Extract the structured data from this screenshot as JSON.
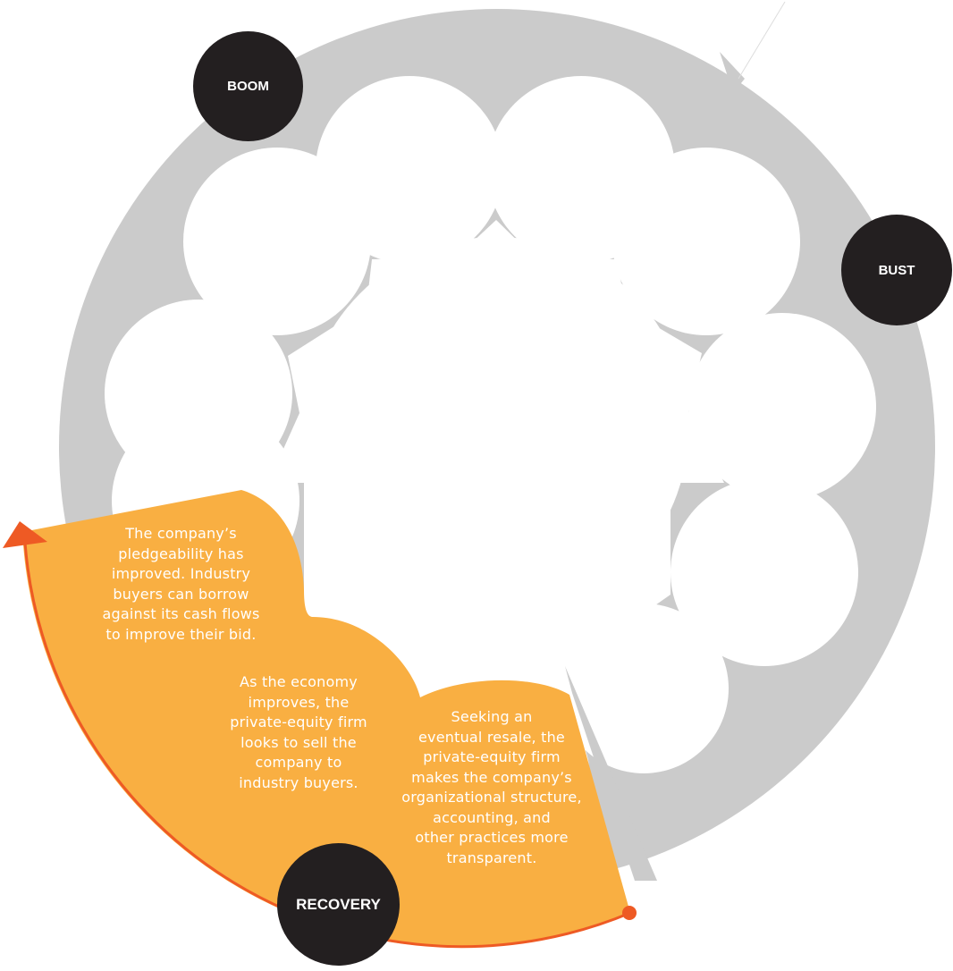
{
  "stages": {
    "boom": "BOOM",
    "bust": "BUST",
    "recovery": "RECOVERY"
  },
  "recovery_notes": [
    {
      "text": "The company’s\npledgeability has\nimproved. Industry\nbuyers can borrow\nagainst its cash flows\nto improve their bid."
    },
    {
      "text": "As the economy\nimproves, the\nprivate-equity firm\nlooks to sell the\ncompany to\nindustry buyers."
    },
    {
      "text": "Seeking an\neventual resale, the\nprivate-equity firm\nmakes the company’s\norganizational structure,\naccounting, and\nother practices more\ntransparent."
    }
  ],
  "colors": {
    "ring_gray": "#cbcbcb",
    "recovery_orange": "#f9af42",
    "arrow_red": "#ee5a24",
    "label_dark": "#231f20",
    "text_white": "#ffffff"
  }
}
